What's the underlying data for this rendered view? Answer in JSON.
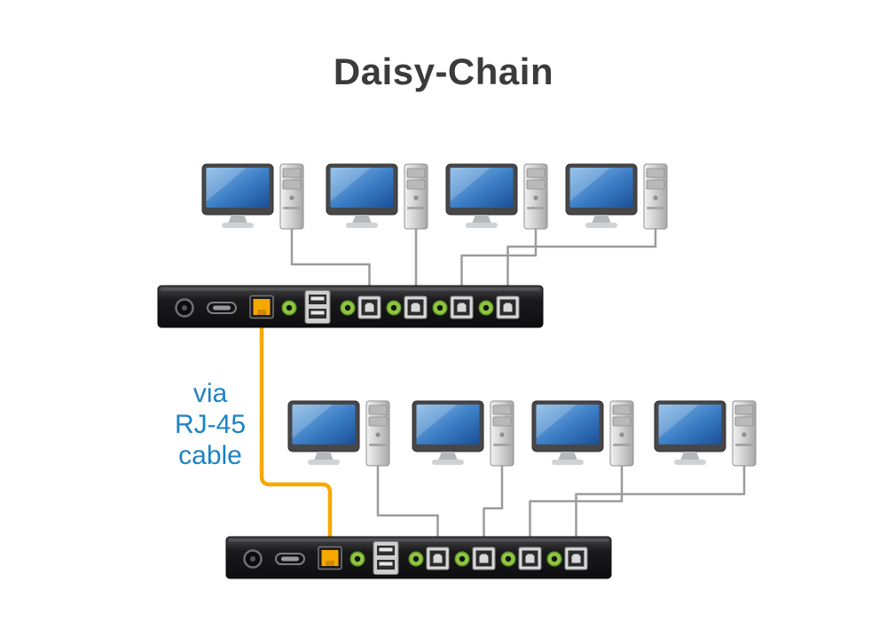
{
  "title": "Daisy-Chain",
  "cable_label": {
    "lines": [
      "via",
      "RJ-45",
      "cable"
    ]
  },
  "colors": {
    "title_text": "#3b3b3e",
    "label_blue": "#1d82c4",
    "cable_orange": "#f6a800",
    "wire_gray": "#9b9b9b",
    "monitor_screen_blue": "#2f72b8",
    "kvm_body": "#1c1c1e",
    "audio_jack_green": "#8dc63f"
  },
  "diagram": {
    "type": "network-topology",
    "description": "Two KVM switches daisy-chained via an RJ-45 cable; each switch connects four computers (monitor + tower).",
    "nodes": [
      {
        "id": "kvm-switch-1",
        "label": "KVM switch (top)",
        "computers": 4
      },
      {
        "id": "kvm-switch-2",
        "label": "KVM switch (bottom)",
        "computers": 4
      }
    ],
    "link": {
      "from": "kvm-switch-1",
      "to": "kvm-switch-2",
      "via": "RJ-45 cable"
    }
  }
}
